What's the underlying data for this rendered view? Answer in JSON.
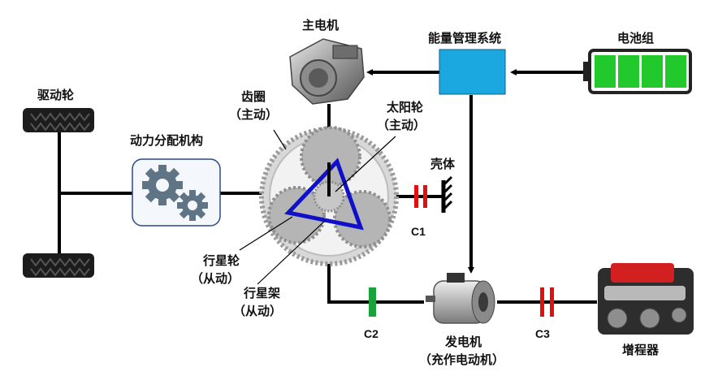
{
  "labels": {
    "main_motor": "主电机",
    "energy_mgmt": "能量管理系统",
    "battery": "电池组",
    "drive_wheel": "驱动轮",
    "power_split": "动力分配机构",
    "ring_gear": "齿圈",
    "ring_gear_role": "（主动）",
    "sun_gear": "太阳轮",
    "sun_gear_role": "（主动）",
    "housing": "壳体",
    "c1": "C1",
    "planet_gear": "行星轮",
    "planet_gear_role": "（从动）",
    "planet_carrier": "行星架",
    "planet_carrier_role": "（从动）",
    "c2": "C2",
    "generator": "发电机",
    "generator_role": "（充作电动机）",
    "c3": "C3",
    "range_extender": "增程器"
  },
  "colors": {
    "energy_box": "#1ba8e0",
    "battery_green": "#22c92d",
    "clutch_c1": "#e01010",
    "clutch_c2": "#1aa33a",
    "clutch_c3": "#e01010",
    "carrier_triangle": "#1010c8",
    "gear_gray": "#b9b9b9"
  },
  "icons": [
    "motor-image",
    "battery-icon",
    "tire-icon",
    "gear-icon",
    "generator-image",
    "engine-image"
  ]
}
